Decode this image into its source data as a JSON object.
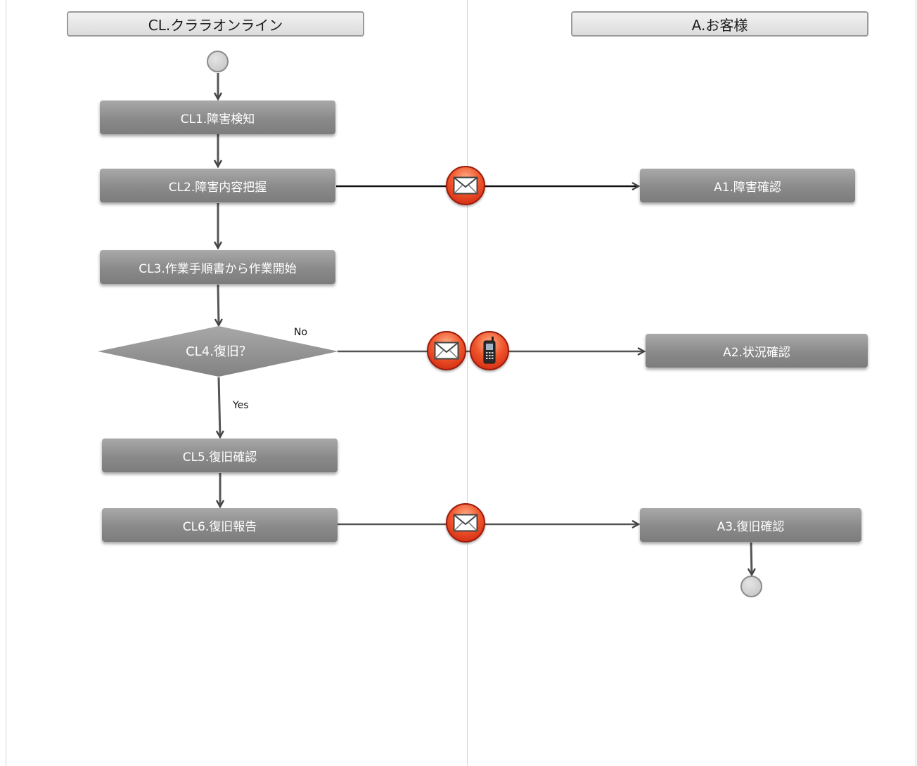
{
  "lanes": [
    {
      "title": "CL.クララオンライン"
    },
    {
      "title": "A.お客様"
    }
  ],
  "nodes": {
    "cl1": "CL1.障害検知",
    "cl2": "CL2.障害内容把握",
    "cl3": "CL3.作業手順書から作業開始",
    "cl4": "CL4.復旧？",
    "cl5": "CL5.復旧確認",
    "cl6": "CL6.復旧報告",
    "a1": "A1.障害確認",
    "a2": "A2.状況確認",
    "a3": "A3.復旧確認"
  },
  "edge_labels": {
    "no": "No",
    "yes": "Yes"
  },
  "icons": {
    "mail": "envelope-icon",
    "phone": "mobile-phone-icon"
  },
  "colors": {
    "process_fill": "#8a8a8a",
    "badge_fill": "#e8401c",
    "connector": "#555555"
  }
}
